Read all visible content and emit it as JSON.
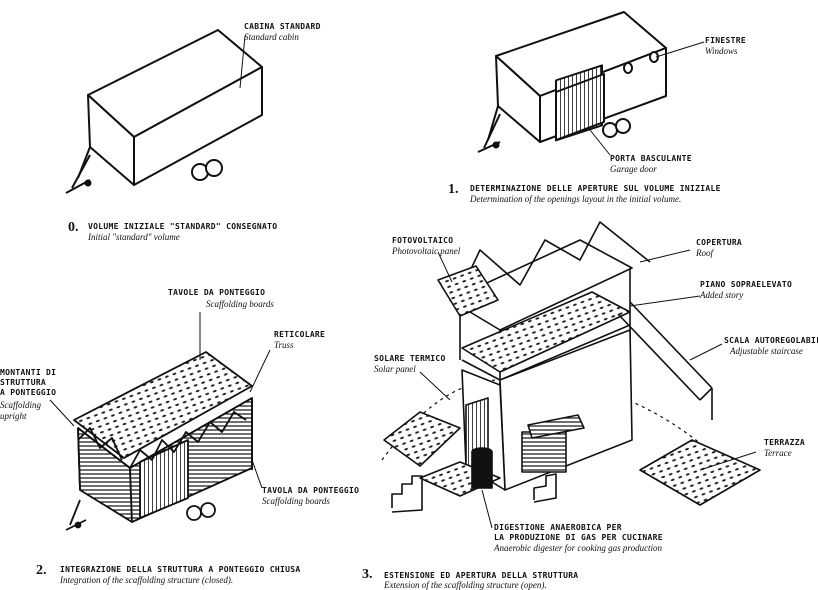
{
  "steps": [
    {
      "number": "0.",
      "title": "Volume iniziale \"standard\" consegnato",
      "subtitle": "Initial \"standard\" volume"
    },
    {
      "number": "1.",
      "title": "Determinazione delle aperture sul volume iniziale",
      "subtitle": "Determination of the openings layout in the initial volume."
    },
    {
      "number": "2.",
      "title": "Integrazione della struttura a ponteggio chiusa",
      "subtitle": "Integration of the scaffolding structure (closed)."
    },
    {
      "number": "3.",
      "title": "Estensione ed apertura della struttura",
      "subtitle": "Extension of the scaffolding structure (open)."
    }
  ],
  "labels": {
    "cabina": {
      "it": "Cabina standard",
      "en": "Standard cabin"
    },
    "finestre": {
      "it": "Finestre",
      "en": "Windows"
    },
    "porta": {
      "it": "Porta basculante",
      "en": "Garage door"
    },
    "tavole": {
      "it": "Tavole da ponteggio",
      "en": "Scaffolding boards"
    },
    "reticolare": {
      "it": "Reticolare",
      "en": "Truss"
    },
    "montanti": {
      "it": "Montanti di\nstruttura\na ponteggio",
      "en": "Scaffolding\nupright"
    },
    "tavola": {
      "it": "Tavola da ponteggio",
      "en": "Scaffolding boards"
    },
    "fotovoltaico": {
      "it": "Fotovoltaico",
      "en": "Photovoltaic panel"
    },
    "copertura": {
      "it": "Copertura",
      "en": "Roof"
    },
    "piano": {
      "it": "Piano sopraelevato",
      "en": "Added story"
    },
    "scala": {
      "it": "Scala autoregolabile",
      "en": "Adjustable staircase"
    },
    "solare": {
      "it": "Solare termico",
      "en": "Solar panel"
    },
    "terrazza": {
      "it": "Terrazza",
      "en": "Terrace"
    },
    "digestione": {
      "it": "Digestione anaerobica per\nla produzione di gas per cucinare",
      "en": "Anaerobic digester for cooking gas production"
    }
  }
}
